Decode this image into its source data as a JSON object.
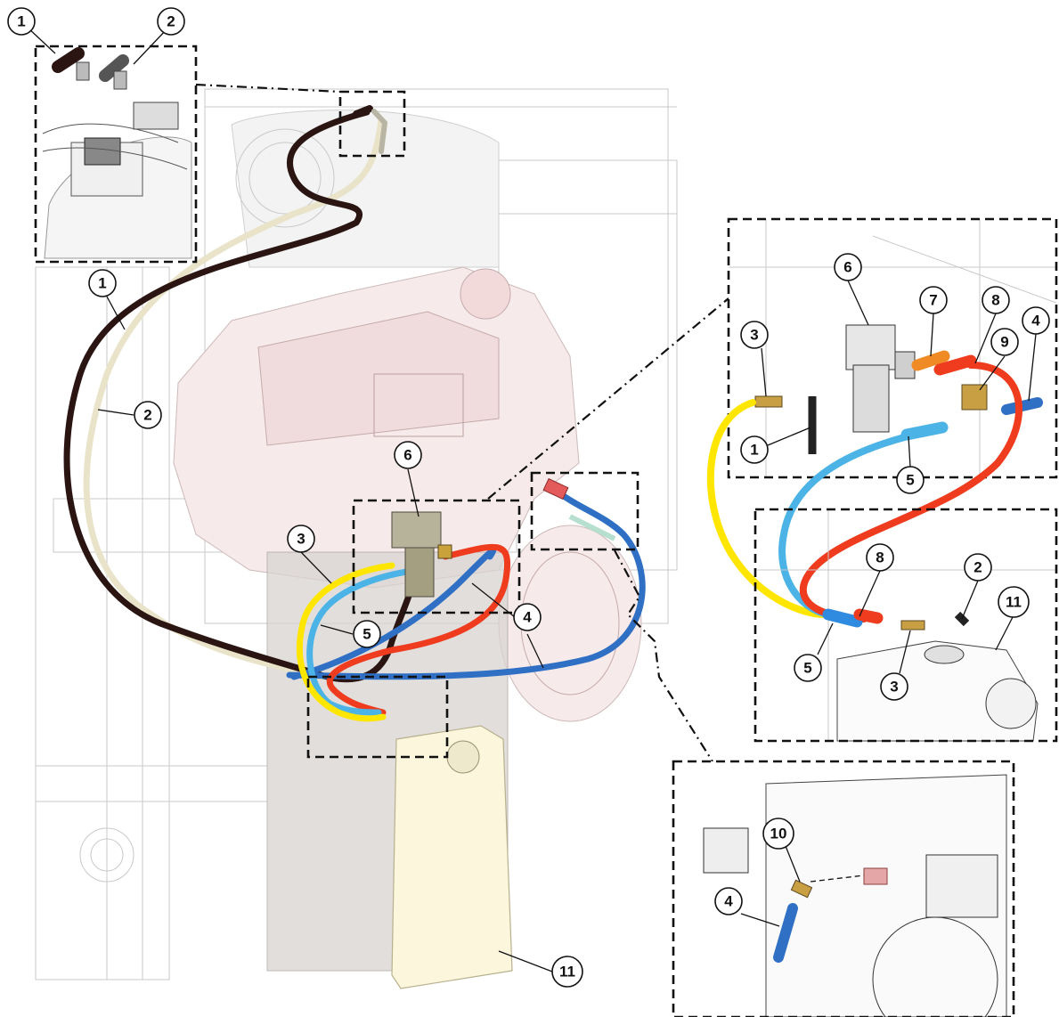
{
  "callouts": [
    {
      "id": "c1a",
      "label": "1"
    },
    {
      "id": "c2a",
      "label": "2"
    },
    {
      "id": "c1b",
      "label": "1"
    },
    {
      "id": "c2b",
      "label": "2"
    },
    {
      "id": "c6a",
      "label": "6"
    },
    {
      "id": "c3a",
      "label": "3"
    },
    {
      "id": "c5a",
      "label": "5"
    },
    {
      "id": "c4a",
      "label": "4"
    },
    {
      "id": "c11a",
      "label": "11"
    },
    {
      "id": "c6b",
      "label": "6"
    },
    {
      "id": "c7",
      "label": "7"
    },
    {
      "id": "c8a",
      "label": "8"
    },
    {
      "id": "c9",
      "label": "9"
    },
    {
      "id": "c4b",
      "label": "4"
    },
    {
      "id": "c3b",
      "label": "3"
    },
    {
      "id": "c1c",
      "label": "1"
    },
    {
      "id": "c5b",
      "label": "5"
    },
    {
      "id": "c8b",
      "label": "8"
    },
    {
      "id": "c2c",
      "label": "2"
    },
    {
      "id": "c11b",
      "label": "11"
    },
    {
      "id": "c5c",
      "label": "5"
    },
    {
      "id": "c3c",
      "label": "3"
    },
    {
      "id": "c10",
      "label": "10"
    },
    {
      "id": "c4c",
      "label": "4"
    }
  ],
  "colors": {
    "hose_1": "#2a1512",
    "hose_2": "#e9e4c9",
    "hose_3": "#ffe600",
    "hose_4": "#2f6fc4",
    "hose_5": "#4bb3e6",
    "hose_7": "#f08a24",
    "hose_8": "#ef3b1e",
    "tank_11": "#fbf6dc",
    "engine": "#f7eaea"
  }
}
